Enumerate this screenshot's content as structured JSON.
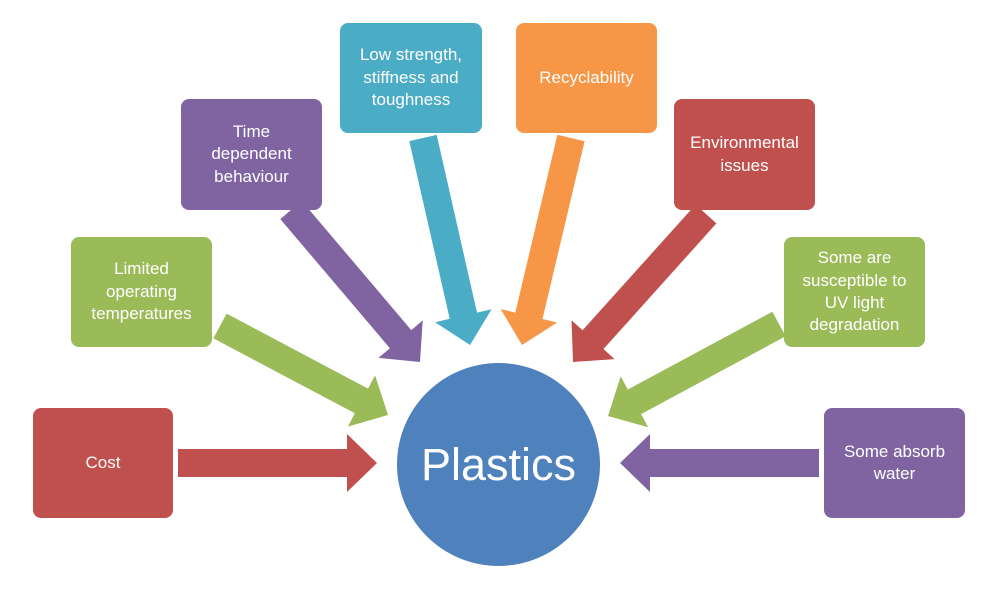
{
  "center": {
    "label": "Plastics",
    "color": "#4F81BD"
  },
  "factors": [
    {
      "id": "cost",
      "label": "Cost",
      "color": "#C0504D"
    },
    {
      "id": "limited-operating-temperatures",
      "label": "Limited\noperating\ntemperatures",
      "color": "#9BBB59"
    },
    {
      "id": "time-dependent-behaviour",
      "label": "Time\ndependent\nbehaviour",
      "color": "#8064A2"
    },
    {
      "id": "low-strength",
      "label": "Low strength,\nstiffness and\ntoughness",
      "color": "#4BACC6"
    },
    {
      "id": "recyclability",
      "label": "Recyclability",
      "color": "#F79646"
    },
    {
      "id": "environmental-issues",
      "label": "Environmental\nissues",
      "color": "#C0504D"
    },
    {
      "id": "uv-degradation",
      "label": "Some are\nsusceptible to\nUV light\ndegradation",
      "color": "#9BBB59"
    },
    {
      "id": "absorb-water",
      "label": "Some absorb\nwater",
      "color": "#8064A2"
    }
  ]
}
